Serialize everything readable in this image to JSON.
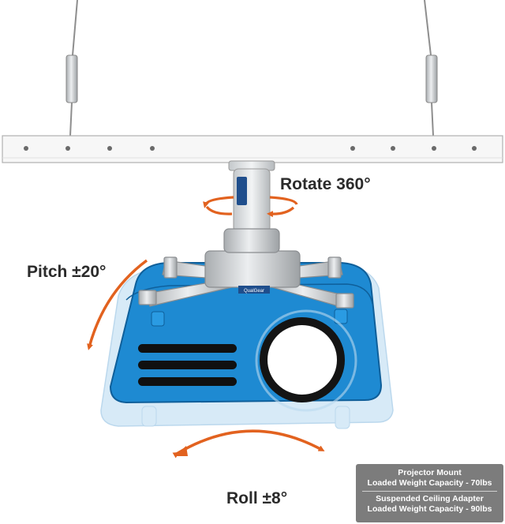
{
  "labels": {
    "rotate": "Rotate 360°",
    "pitch": "Pitch ±20°",
    "roll": "Roll ±8°"
  },
  "specs": {
    "projector_title": "Projector Mount",
    "projector_capacity": "Loaded Weight Capacity - 70lbs",
    "adapter_title": "Suspended Ceiling Adapter",
    "adapter_capacity": "Loaded Weight Capacity - 90lbs"
  },
  "brand_text": "QualGear",
  "colors": {
    "projector_blue": "#1e8ad2",
    "arrow_orange": "#e2621f",
    "spec_box": "#7c7c7c",
    "rail_white": "#f7f7f7"
  }
}
